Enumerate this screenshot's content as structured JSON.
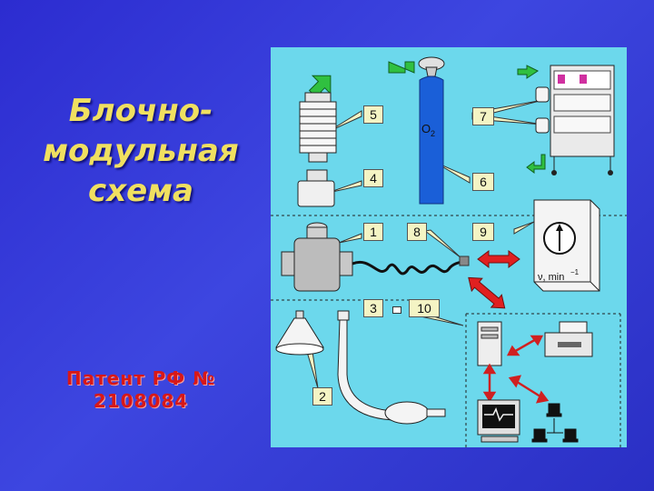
{
  "title": {
    "lines": [
      "Блочно-",
      "модульная",
      "схема"
    ]
  },
  "patent": {
    "lines": [
      "Патент РФ №",
      "2108084"
    ]
  },
  "diagram": {
    "labels": {
      "l1": "1",
      "l2": "2",
      "l3": "3",
      "l4": "4",
      "l5": "5",
      "l6": "6",
      "l7": "7",
      "l8": "8",
      "l9": "9",
      "l10": "10"
    },
    "gas": "O",
    "gas_sub": "2",
    "meter_unit": "ν, min",
    "meter_exp": "−1"
  }
}
